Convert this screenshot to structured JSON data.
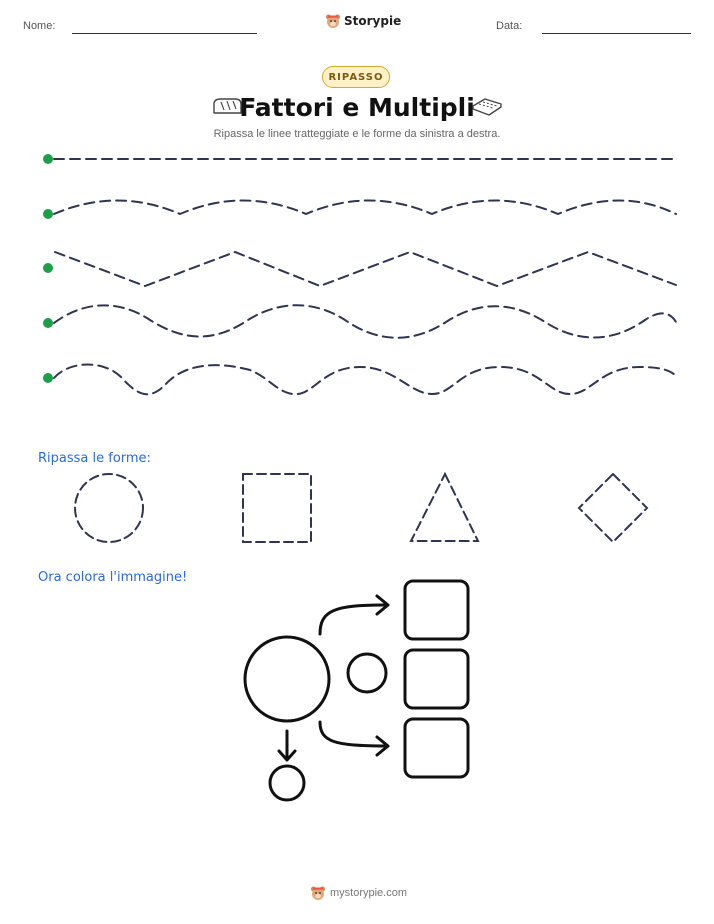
{
  "header": {
    "name_label": "Nome:",
    "date_label": "Data:",
    "brand": "Storypie"
  },
  "badge": "RIPASSO",
  "title": "Fattori e Multipli",
  "subtitle": "Ripassa le linee tratteggiate e le forme da sinistra a destra.",
  "shapes_label": "Ripassa le forme:",
  "color_label": "Ora colora l'immagine!",
  "footer": "mystorypie.com",
  "colors": {
    "start_dot": "#1e9e4a",
    "dashed_line": "#2f3450",
    "section_label": "#2a6ad8",
    "badge_border": "#d9a82e",
    "badge_fill": "#fdf1c9"
  },
  "icons": {
    "title_left": "bread-icon",
    "title_right": "sponge-cake-icon",
    "brand": "bear-mascot-icon"
  }
}
